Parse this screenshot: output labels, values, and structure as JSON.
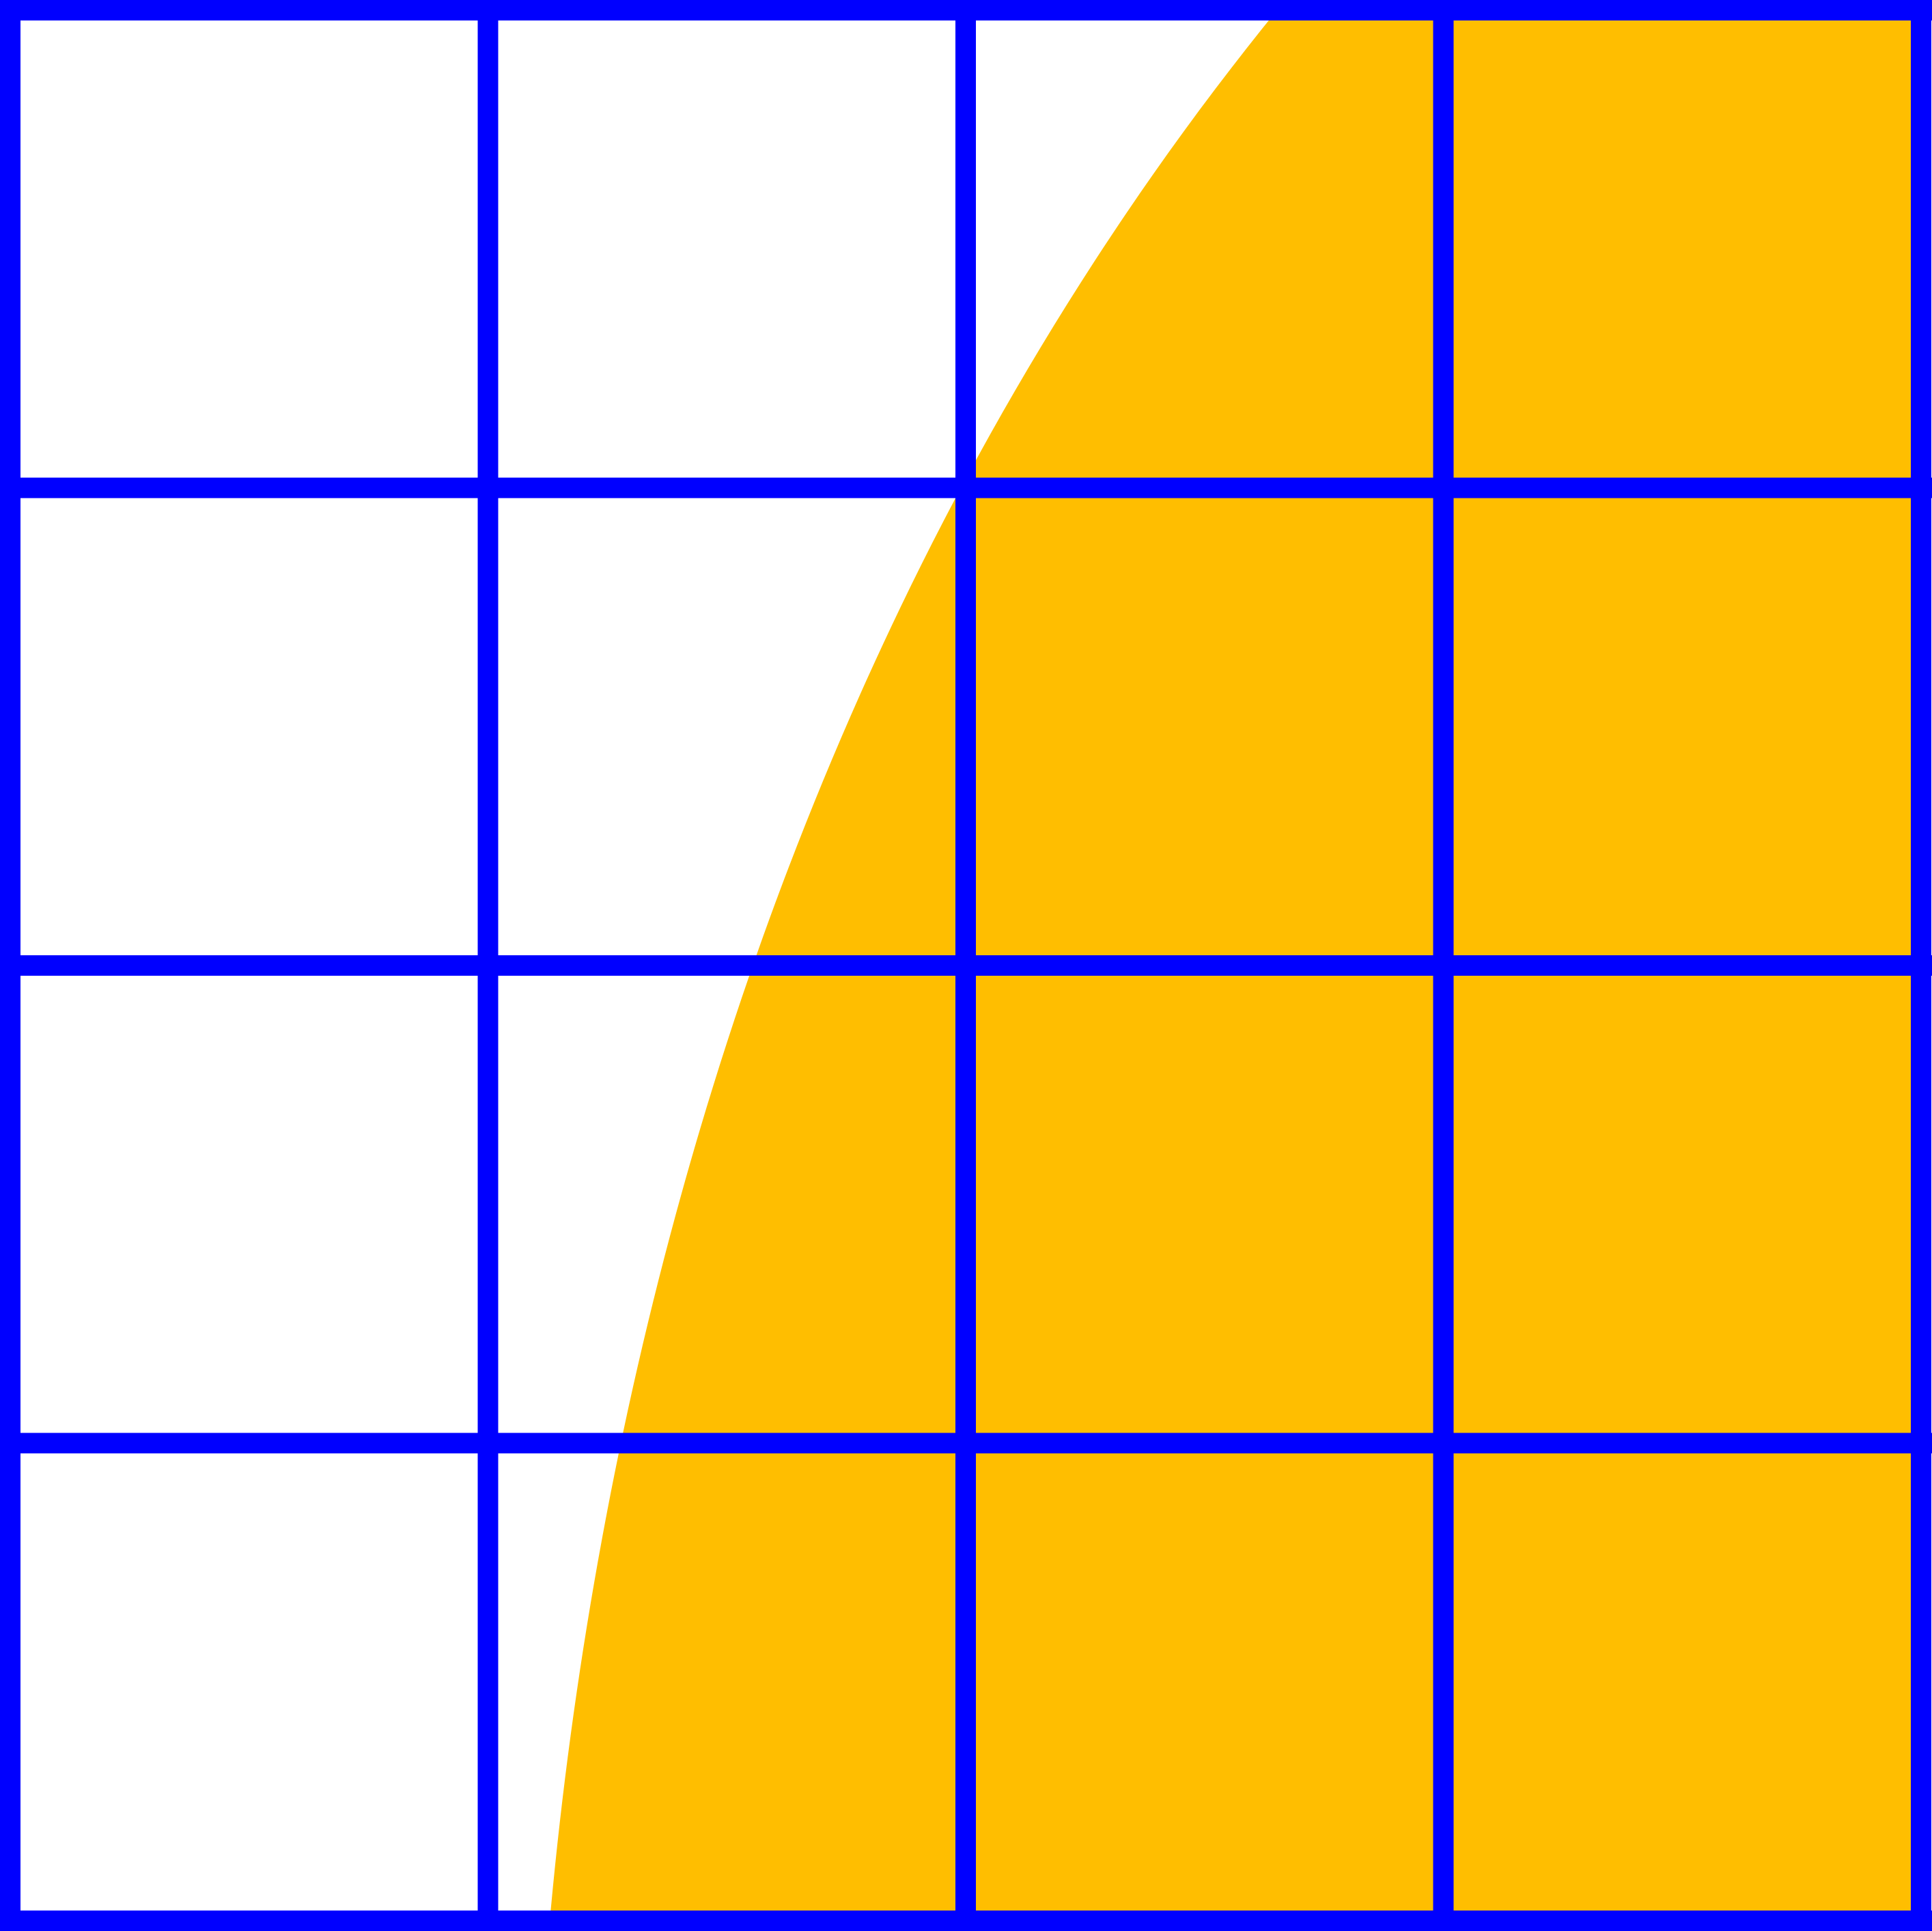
{
  "grid": {
    "rows": 4,
    "columns": 4,
    "line_color": "#0000ff"
  },
  "shape": {
    "description_kind": "curved-filled-region",
    "fill_color": "#ffbe00"
  },
  "background_color": "#ffffff"
}
